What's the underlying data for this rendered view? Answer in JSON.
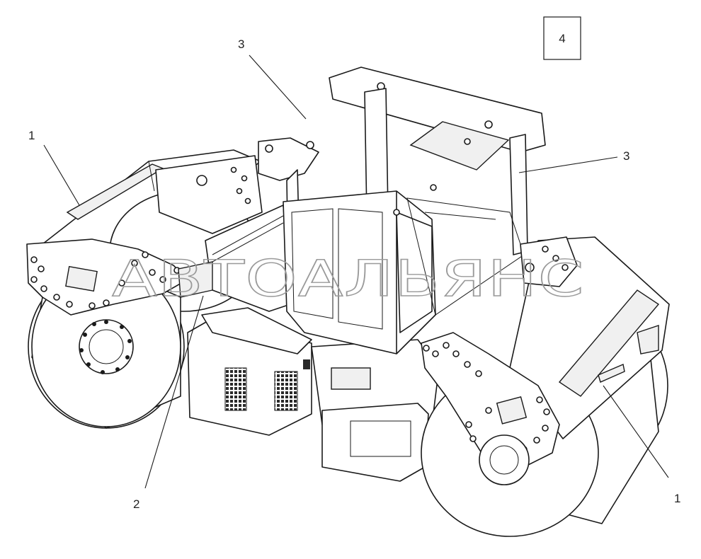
{
  "figure": {
    "view_number": "4",
    "watermark": "АВТОАЛЬЯНС",
    "callouts": [
      {
        "id": "drum-front",
        "label": "1"
      },
      {
        "id": "drum-rear",
        "label": "1"
      },
      {
        "id": "engine-decal",
        "label": "2"
      },
      {
        "id": "cab-left",
        "label": "3"
      },
      {
        "id": "cab-right",
        "label": "3"
      }
    ]
  }
}
